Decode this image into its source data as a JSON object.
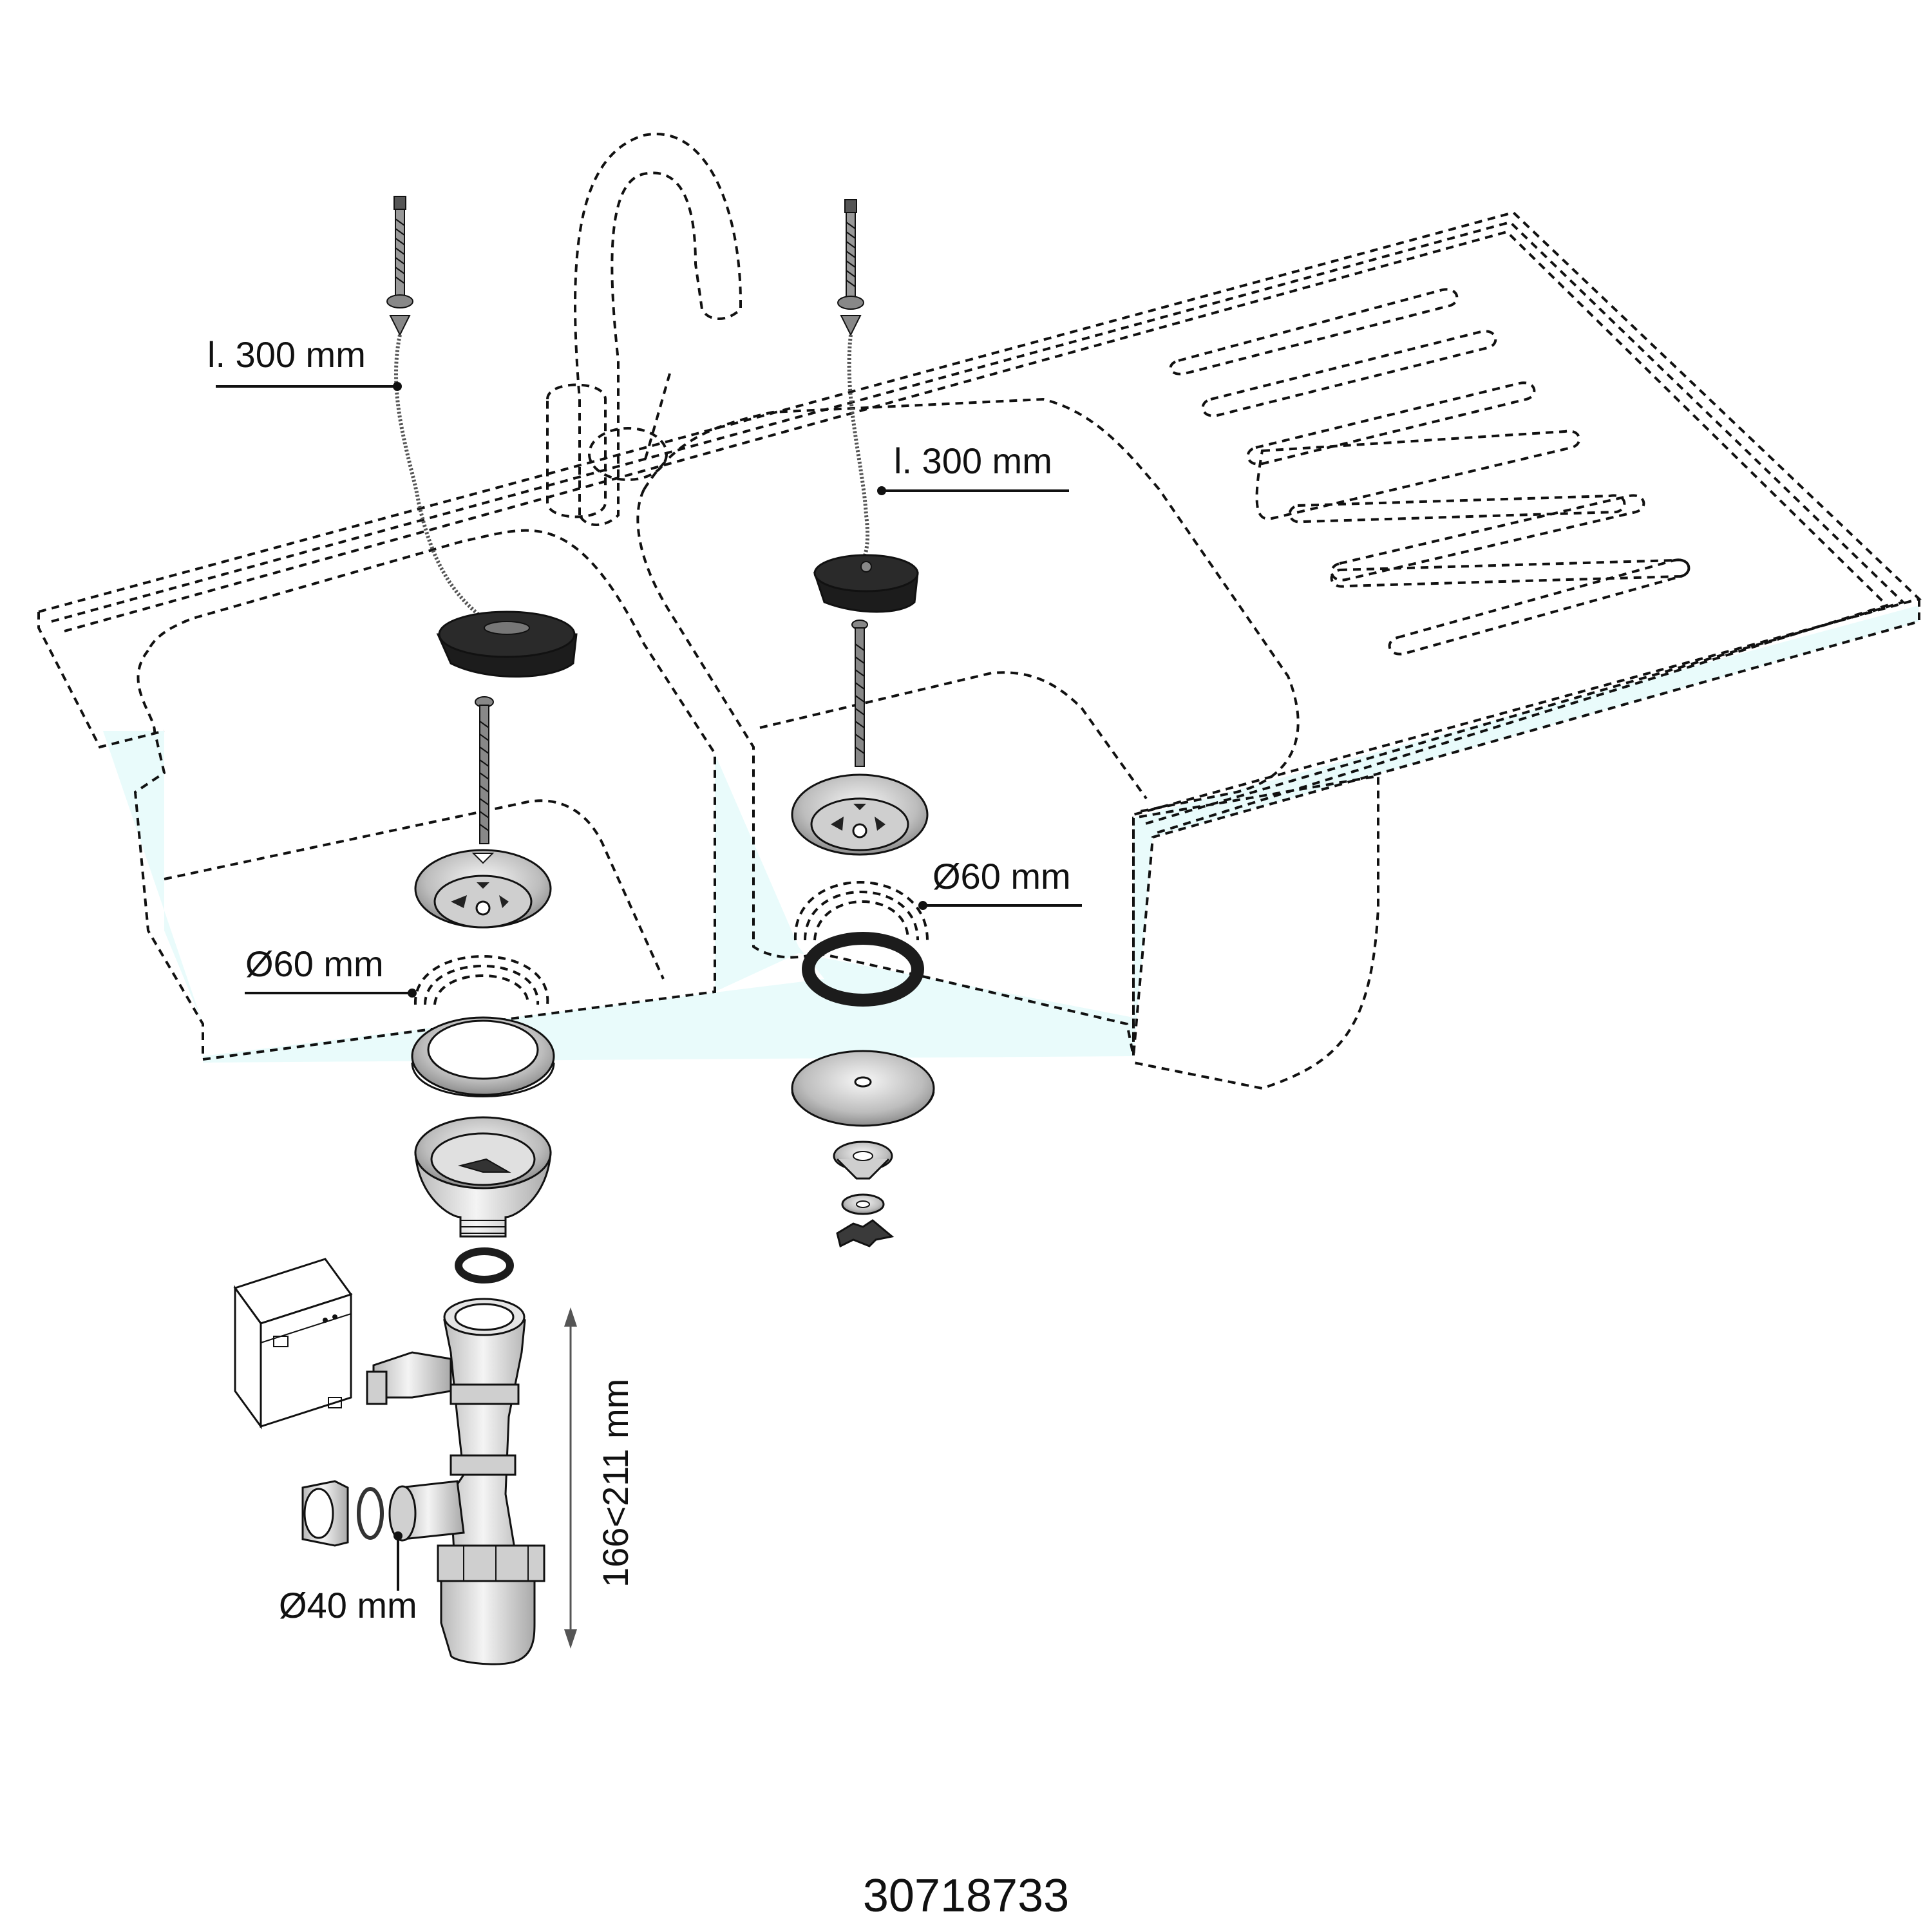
{
  "labels": {
    "chain_left_length": "l. 300 mm",
    "chain_right_length": "l. 300 mm",
    "hole_left_diameter": "Ø60 mm",
    "hole_right_diameter": "Ø60 mm",
    "outlet_diameter": "Ø40 mm",
    "trap_height_range": "166<211 mm"
  },
  "product_code": "30718733",
  "colors": {
    "sink_cut_fill": "#e9fbfb",
    "rubber": "#1c1c1c",
    "metal": "#d9d9d9"
  },
  "icons": {
    "washing_machine": "washing-machine-icon"
  }
}
